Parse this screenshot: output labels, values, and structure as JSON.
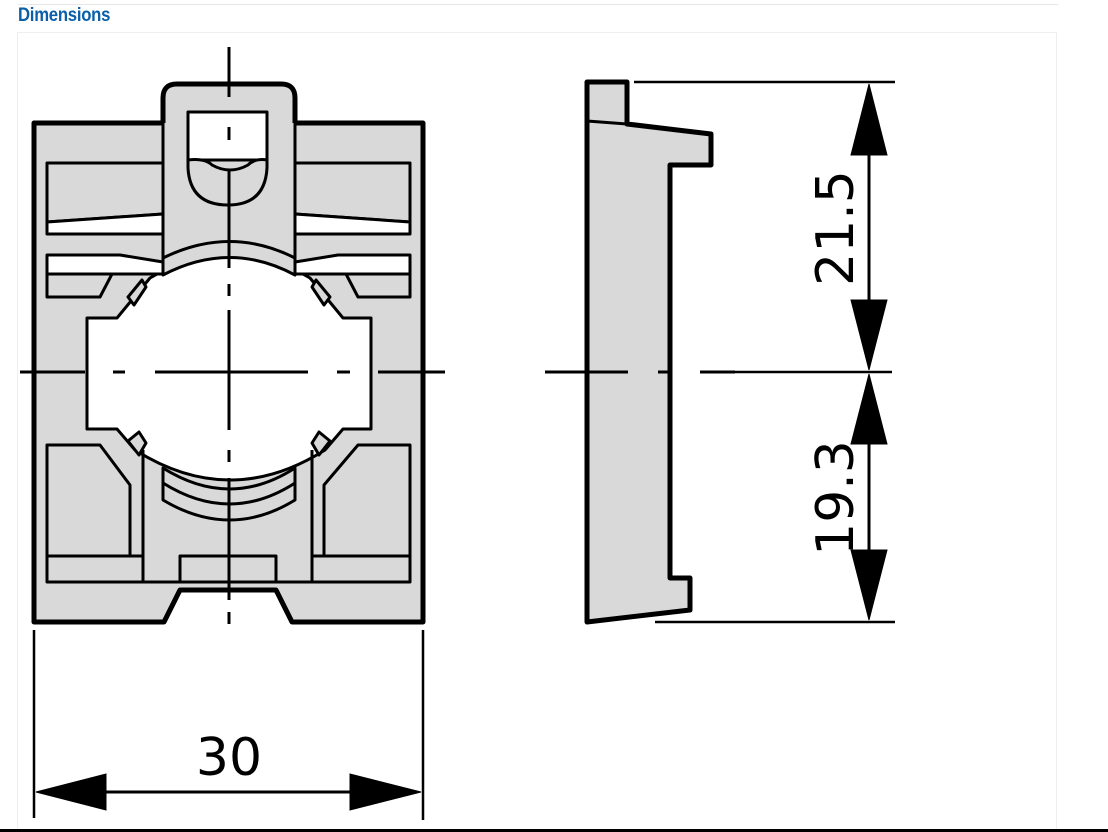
{
  "section": {
    "title": "Dimensions"
  },
  "colors": {
    "title_blue": "#0a5fa8",
    "part_fill": "#d9d9d9",
    "line": "#000000"
  },
  "drawing": {
    "front_view": {
      "width_dimension": "30"
    },
    "side_view": {
      "upper_height_dimension": "21.5",
      "lower_height_dimension": "19.3"
    }
  }
}
